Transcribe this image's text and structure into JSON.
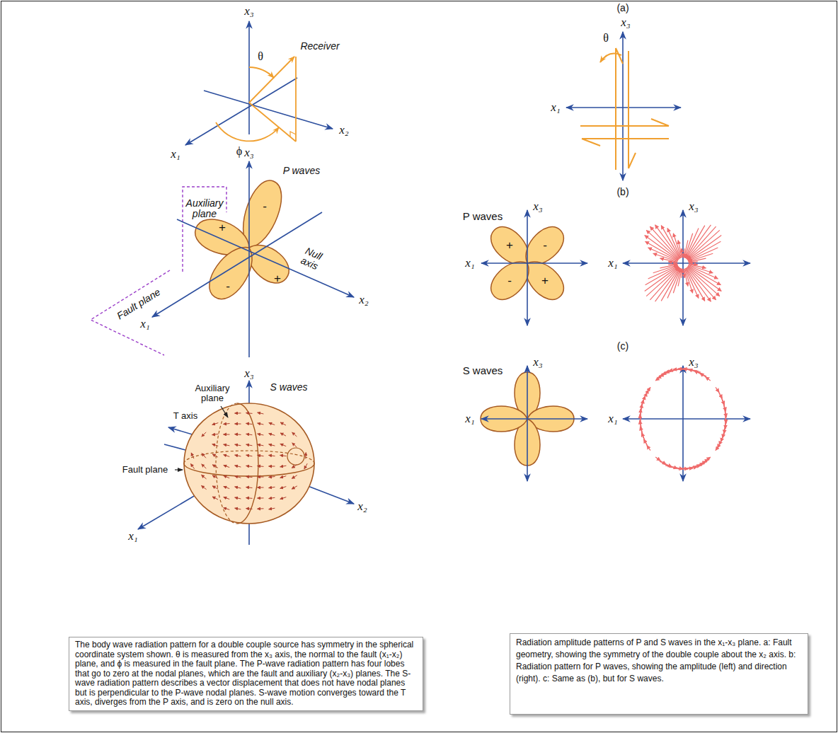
{
  "diagram": {
    "nodes": [
      {
        "text": [
          "The body wave radiation pattern for a double couple source has symmetry in the spherical coordinate system shown. θ is measured from the x₃ axis, the normal to the fault (x₁-x₂) plane, and ϕ is measured in the fault plane. The P-wave radiation pattern has four lobes that go to zero at the nodal planes, which are the fault and auxiliary (x₂-x₃) planes. The S-wave radiation pattern describes a vector displacement that does not have nodal planes but is perpendicular to the P-wave nodal planes. S-wave motion converges toward the T axis, diverges from the P axis, and is zero on the null axis."
        ]
      },
      {
        "text": [
          "Radiation amplitude patterns of P and S waves in the x₁-x₃ plane. a: Fault geometry, showing the symmetry of the double couple about the x₂ axis. b: Radiation pattern for P waves, showing the amplitude (left) and direction (right). c: Same as (b), but for S waves."
        ]
      }
    ],
    "labels": [
      "x₃",
      "θ",
      "Receiver",
      "x₁",
      "ϕ",
      "x₂",
      "x₃",
      "Auxiliary plane",
      "P waves",
      "+",
      "-",
      "Fault plane",
      "+",
      "Null axis",
      "x₂",
      "-",
      "x₁",
      "x₃",
      "Auxiliary plane",
      "S waves",
      "T axis",
      "Fault plane",
      "x₂",
      "x₁",
      "(a)",
      "x₃",
      "θ",
      "x₁",
      "(b)",
      "P waves",
      "x₃",
      "+",
      "-",
      "x₁",
      "-",
      "+",
      "x₃",
      "x₁",
      "(c)",
      "S waves",
      "x₃",
      "x₁",
      "x₃",
      "x₁"
    ]
  }
}
